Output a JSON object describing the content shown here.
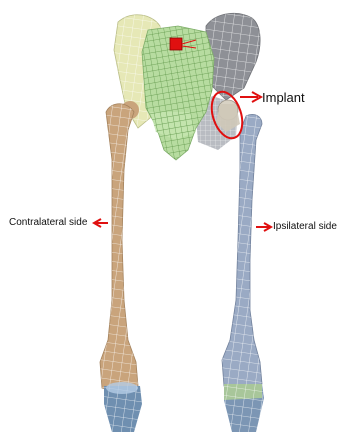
{
  "labels": {
    "implant": "Implant",
    "contralateral": "Contralateral side",
    "ipsilateral": "Ipsilateral side"
  },
  "colors": {
    "left_ilium": "#e6e8b6",
    "sacrum": "#b7dca0",
    "right_ilium": "#8e9096",
    "left_femur": "#c9a47c",
    "right_femur": "#9aaac4",
    "left_tibia": "#6f8fb0",
    "right_tibia_top": "#a8c69a",
    "right_tibia": "#7c96b4",
    "marker": "#e01010",
    "mesh": "#ffffff"
  },
  "icons": {
    "implant_marker": "red-ellipse-outline",
    "arrows": "red-arrow",
    "load_point": "red-square"
  }
}
